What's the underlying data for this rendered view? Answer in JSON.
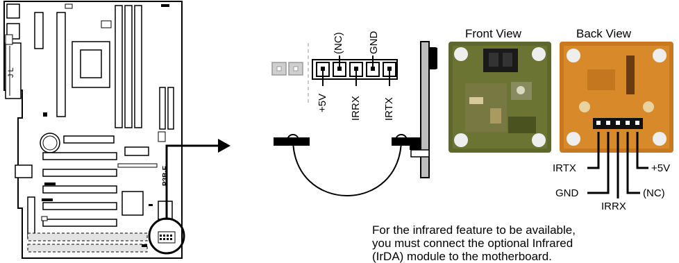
{
  "board": {
    "model_label": "P3B-F",
    "jl_label": "J L"
  },
  "connector": {
    "pin_labels_top": [
      "(NC)",
      "GND"
    ],
    "pin_labels_bottom": [
      "+5V",
      "IRRX",
      "IRTX"
    ]
  },
  "module": {
    "front_view_label": "Front View",
    "back_view_label": "Back View",
    "back_pin_labels": [
      "IRTX",
      "+5V",
      "GND",
      "(NC)",
      "IRRX"
    ]
  },
  "caption_lines": [
    "For the infrared feature to be available,",
    "you must connect the optional Infrared",
    "(IrDA) module to the motherboard."
  ],
  "colors": {
    "board_outline": "#000000",
    "pcb_green": "#5f6a2a",
    "pcb_orange": "#c8781e",
    "gray_pins": "#b9b9b9"
  }
}
